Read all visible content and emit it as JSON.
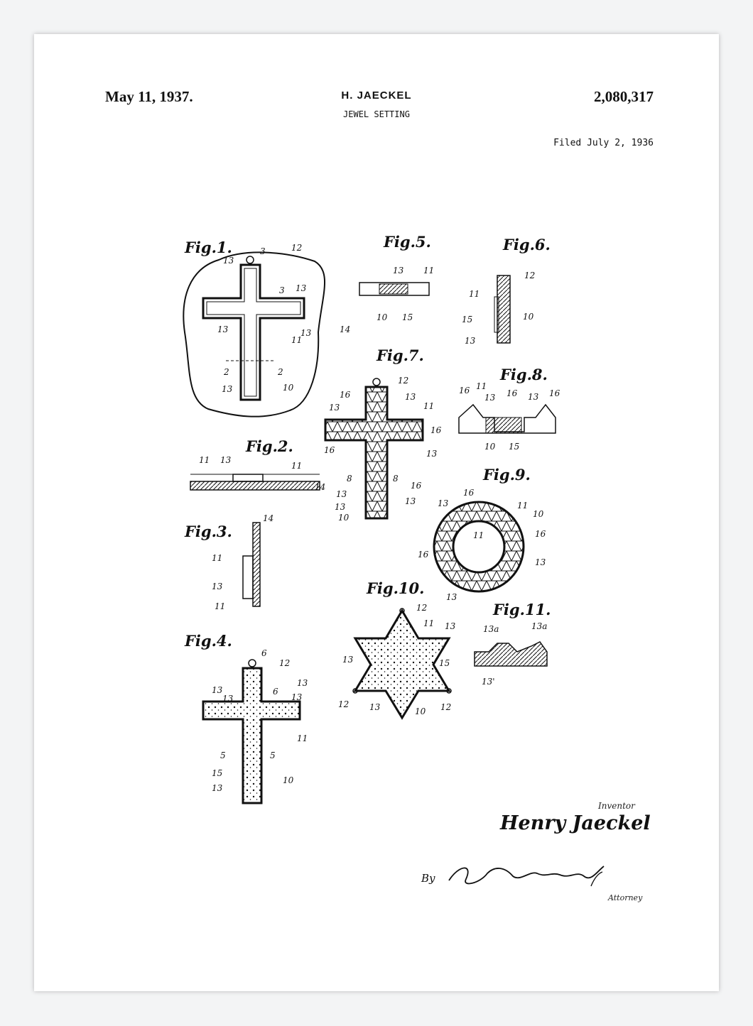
{
  "header": {
    "date": "May 11, 1937.",
    "inventor": "H. JAECKEL",
    "title": "JEWEL SETTING",
    "patent_number": "2,080,317",
    "filed": "Filed July 2, 1936"
  },
  "figures": {
    "fig1": "Fig.1.",
    "fig2": "Fig.2.",
    "fig3": "Fig.3.",
    "fig4": "Fig.4.",
    "fig5": "Fig.5.",
    "fig6": "Fig.6.",
    "fig7": "Fig.7.",
    "fig8": "Fig.8.",
    "fig9": "Fig.9.",
    "fig10": "Fig.10.",
    "fig11": "Fig.11."
  },
  "refs": {
    "n2": "2",
    "n3": "3",
    "n5": "5",
    "n6": "6",
    "n8": "8",
    "n10": "10",
    "n11": "11",
    "n12": "12",
    "n13": "13",
    "n14": "14",
    "n15": "15",
    "n16": "16",
    "n13a": "13a",
    "n13p": "13'"
  },
  "signature": {
    "inventor_label": "Inventor",
    "inventor_name": "Henry Jaeckel",
    "by": "By",
    "attorney_label": "Attorney"
  }
}
